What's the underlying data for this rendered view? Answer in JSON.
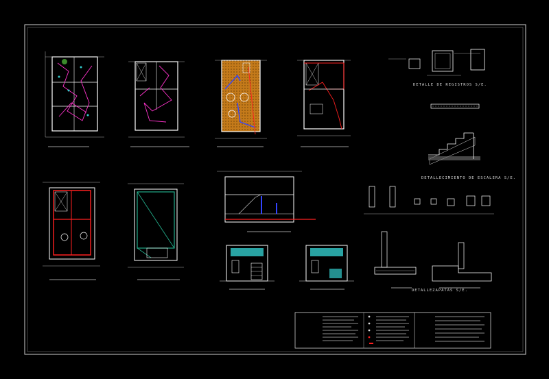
{
  "drawing": {
    "labels": {
      "registros": "DETALLE DE REGISTROS S/E.",
      "escalera": "DETALLECIMIENTO DE ESCALERA  S/E.",
      "zapatas": "DETALLEZAPATAS   S/E."
    },
    "colors": {
      "background": "#000000",
      "frame": "#cfcfcf",
      "wall": "#ffffff",
      "electrical": "#ff33cc",
      "water": "#ff2020",
      "gas": "#3344ff",
      "fill": "#c47a1a",
      "landscape": "#22aa88",
      "glazing": "#33cccc",
      "dim": "#dddddd"
    }
  }
}
